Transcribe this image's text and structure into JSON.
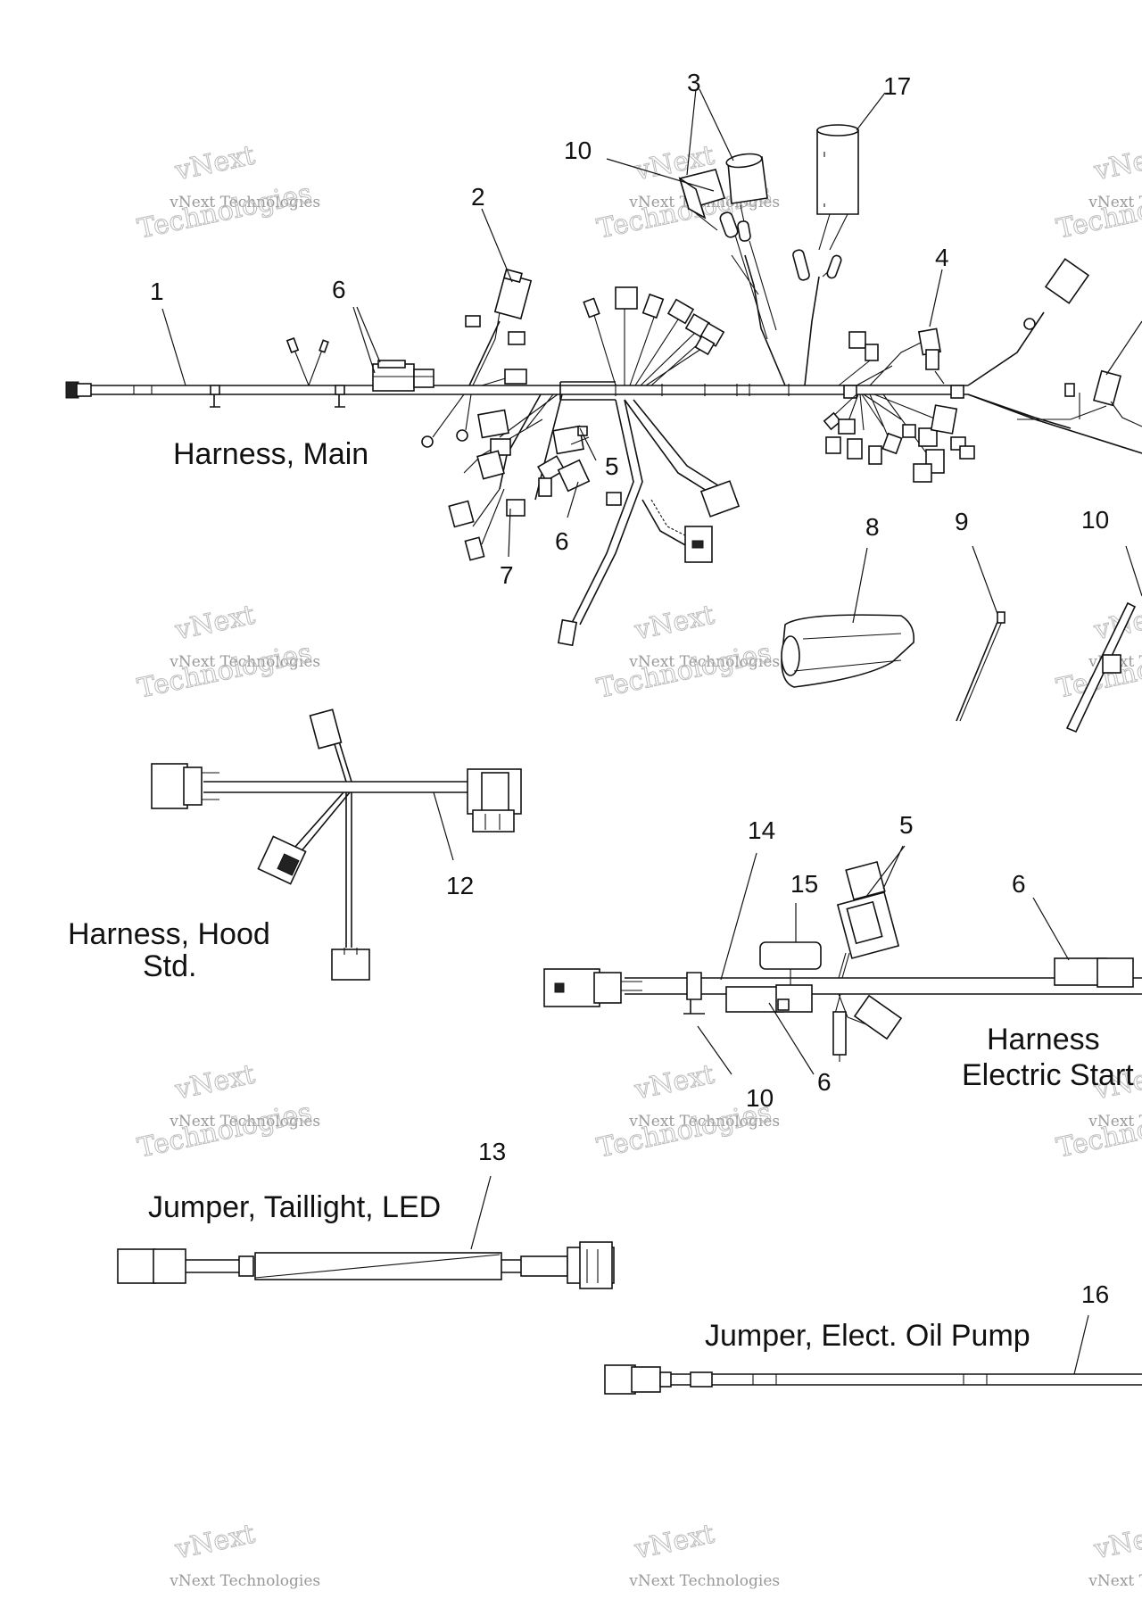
{
  "watermark": {
    "line1": "vNext",
    "line2": "vNext Technologies",
    "line3": "Technologies"
  },
  "titles": {
    "main": "Harness, Main",
    "hood_1": "Harness, Hood",
    "hood_2": "Std.",
    "start_1": "Harness",
    "start_2": "Electric Start",
    "taillight": "Jumper, Taillight, LED",
    "oil_pump": "Jumper, Elect. Oil Pump"
  },
  "callouts": {
    "c1": "1",
    "c2": "2",
    "c3": "3",
    "c17": "17",
    "c10a": "10",
    "c4": "4",
    "c6a": "6",
    "c5a": "5",
    "c6b": "6",
    "c7": "7",
    "c8": "8",
    "c9": "9",
    "c10b": "10",
    "c12": "12",
    "c14": "14",
    "c15": "15",
    "c5b": "5",
    "c6c": "6",
    "c6d": "6",
    "c10c": "10",
    "c13": "13",
    "c16": "16"
  }
}
